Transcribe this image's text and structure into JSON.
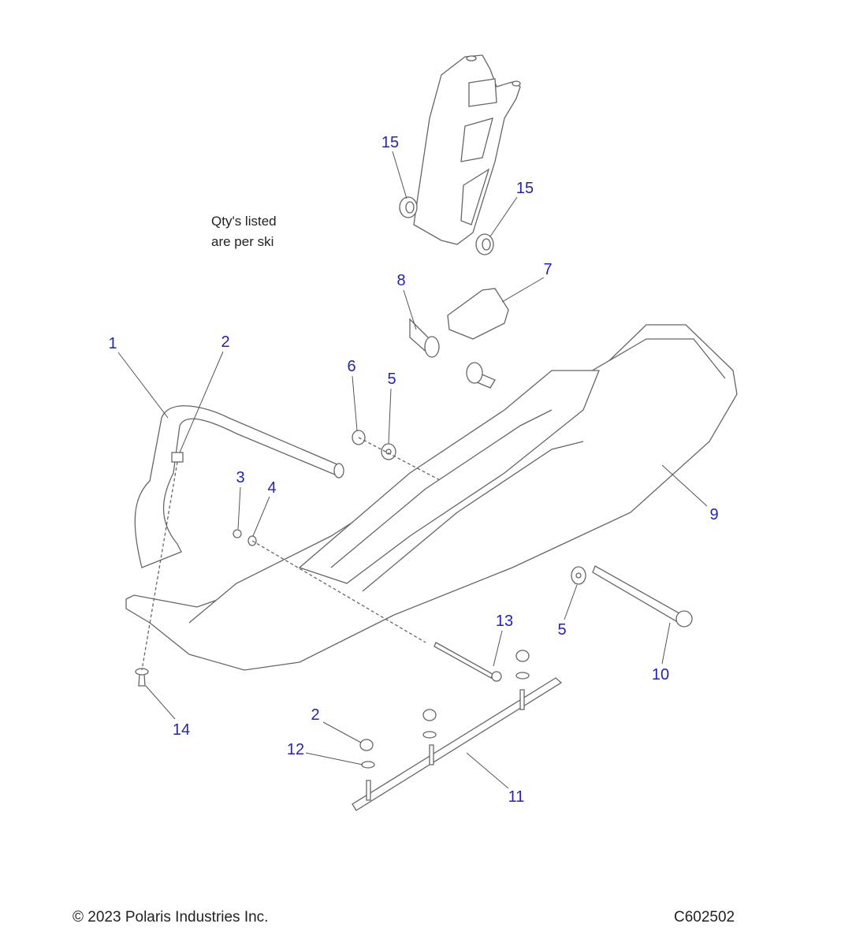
{
  "note": {
    "line1": "Qty's listed",
    "line2": "are per ski"
  },
  "callouts": [
    "15",
    "15",
    "8",
    "7",
    "1",
    "2",
    "6",
    "5",
    "3",
    "4",
    "9",
    "5",
    "13",
    "10",
    "14",
    "2",
    "12",
    "11"
  ],
  "footer": {
    "copyright": "© 2023 Polaris Industries Inc.",
    "code": "C602502"
  },
  "colors": {
    "callout": "#2323b8",
    "line": "#555555"
  }
}
